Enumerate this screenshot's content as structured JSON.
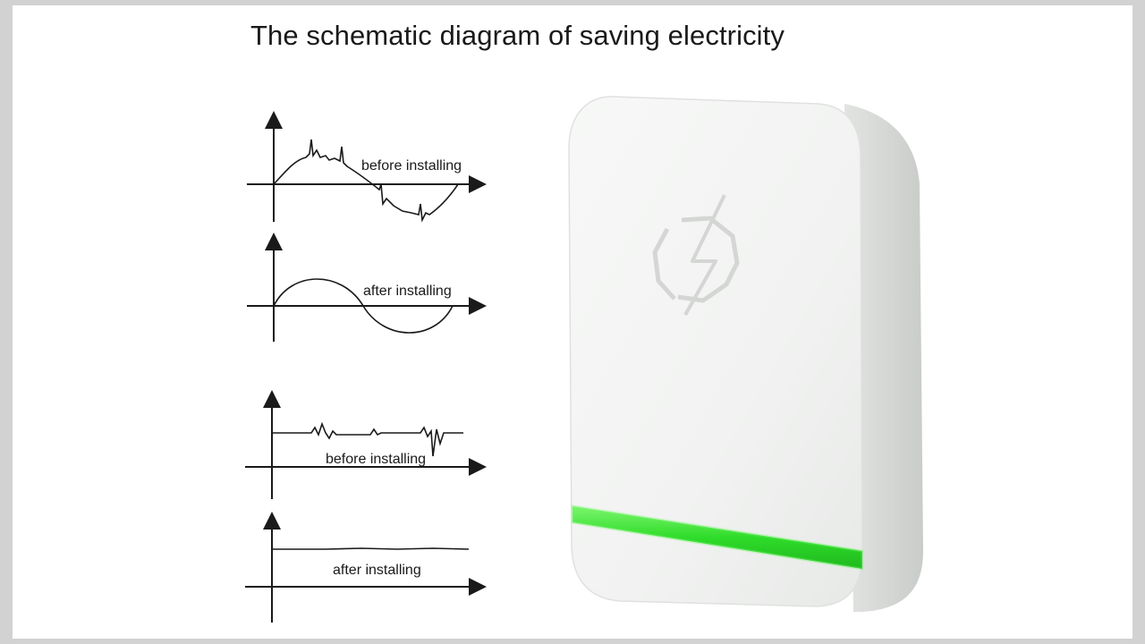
{
  "title": "The schematic diagram of saving electricity",
  "panels": {
    "sine_before": {
      "label": "before installing"
    },
    "sine_after": {
      "label": "after installing"
    },
    "dc_before": {
      "label": "before installing"
    },
    "dc_after": {
      "label": "after installing"
    }
  },
  "device": {
    "logo": "lightning-octagon-icon",
    "indicator_color": "#3ee63a"
  },
  "colors": {
    "line": "#1a1a1a",
    "device_body": "#f4f5f4",
    "indicator": "#3ee63a"
  }
}
